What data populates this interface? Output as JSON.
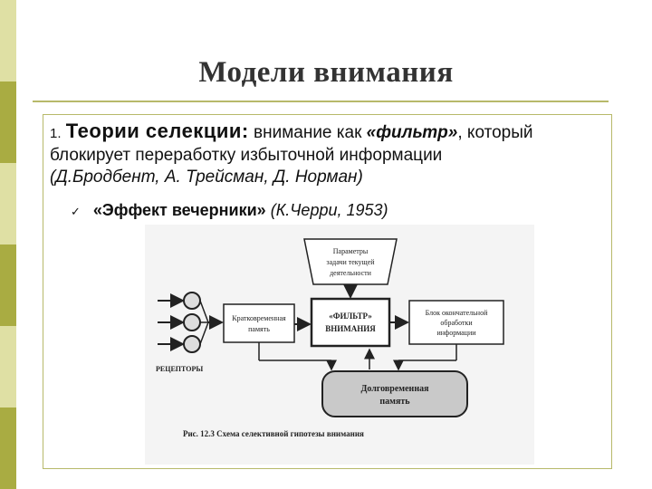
{
  "colors": {
    "accent_olive": "#b7b96a",
    "sidebar_light": "#dfe0a4",
    "sidebar_dark": "#a9ac42"
  },
  "slide": {
    "title": "Модели внимания",
    "item_number": "1.",
    "item_heading": "Теории селекции:",
    "item_text_1": " внимание как ",
    "item_filter": "«фильтр»",
    "item_text_2": ", который блокирует переработку избыточной информации",
    "item_authors": "(Д.Бродбент, А. Трейсман, Д. Норман)",
    "bullet_check": "✓",
    "bullet_bold": "«Эффект вечерники»",
    "bullet_cite": " (К.Черри, 1953)"
  },
  "diagram": {
    "params_line1": "Параметры",
    "params_line2": "задачи текущей",
    "params_line3": "деятельности",
    "stm_line1": "Кратковременная",
    "stm_line2": "память",
    "filter_line1": "«ФИЛЬТР»",
    "filter_line2": "ВНИМАНИЯ",
    "final_line1": "Блок окончательной",
    "final_line2": "обработки",
    "final_line3": "информации",
    "ltm_line1": "Долговременная",
    "ltm_line2": "память",
    "receptors": "РЕЦЕПТОРЫ",
    "caption": "Рис. 12.3 Схема селективной гипотезы внимания"
  }
}
